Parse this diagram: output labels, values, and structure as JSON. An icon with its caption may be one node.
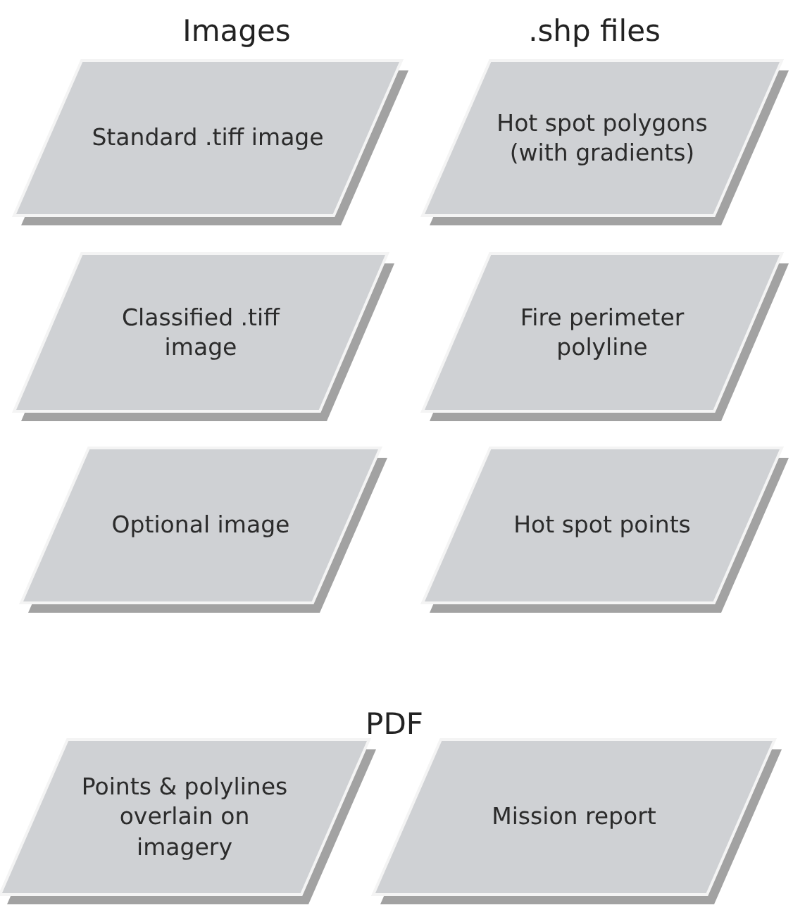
{
  "diagram": {
    "nodes": [
      {
        "text": [
          "Standard .tiff image"
        ]
      },
      {
        "text": [
          "Hot spot polygons (with gradients)"
        ]
      },
      {
        "text": [
          "Classified .tiff image"
        ]
      },
      {
        "text": [
          "Fire perimeter polyline"
        ]
      },
      {
        "text": [
          "Optional image"
        ]
      },
      {
        "text": [
          "Hot spot points"
        ]
      },
      {
        "text": [
          "Points & polylines overlain on imagery"
        ]
      },
      {
        "text": [
          "Mission report"
        ]
      }
    ],
    "labels": [
      "Images",
      ".shp files",
      "PDF"
    ]
  }
}
